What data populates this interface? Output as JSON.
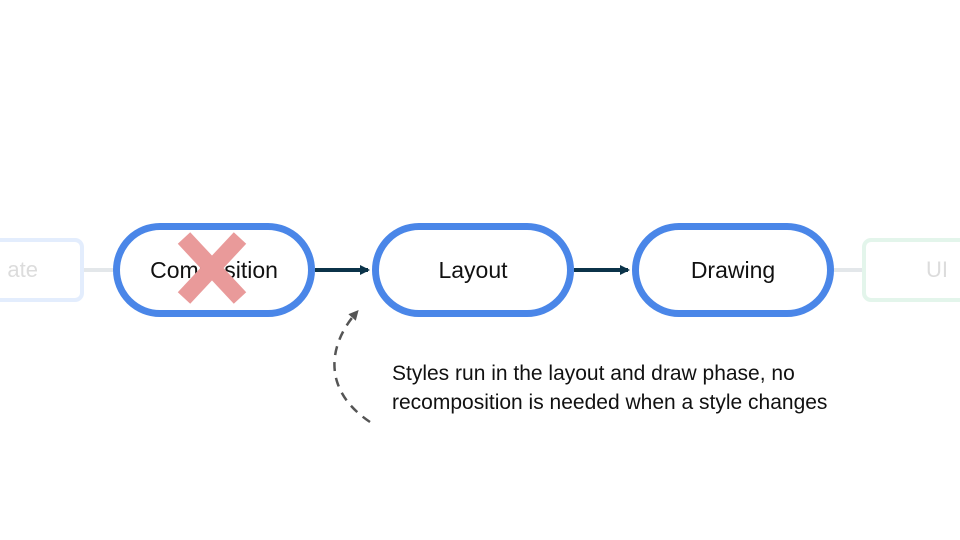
{
  "diagram": {
    "nodes": {
      "state": "ate",
      "composition": "Composition",
      "layout": "Layout",
      "drawing": "Drawing",
      "ui": "UI"
    },
    "note": "Styles run in the layout and draw phase, no recomposition is needed when a style changes",
    "colors": {
      "node_border": "#4a86e8",
      "arrow": "#0b3349",
      "cross": "#e99a9a",
      "faded_line": "#e3e7ea",
      "dashed_arrow": "#555555"
    }
  }
}
